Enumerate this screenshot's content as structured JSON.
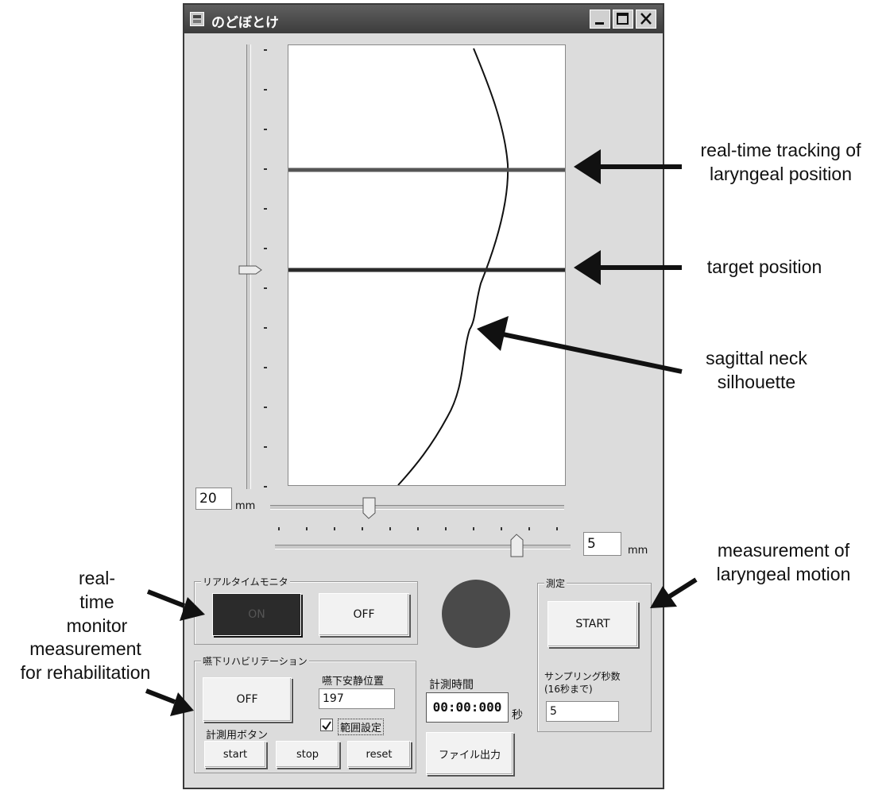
{
  "window": {
    "title": "のどぼとけ",
    "controls": [
      "minimize",
      "maximize",
      "close"
    ]
  },
  "graph": {
    "left_value": "20",
    "left_unit": "mm",
    "right_value": "5",
    "right_unit": "mm",
    "tracking_line_color": "#555555",
    "target_line_color": "#2a2a2a"
  },
  "realtime_monitor": {
    "label": "リアルタイムモニタ",
    "on_label": "ON",
    "off_label": "OFF"
  },
  "indicator": {
    "color": "#4a4a4a"
  },
  "rehab": {
    "label": "嚥下リハビリテーション",
    "off_label": "OFF",
    "rest_position_label": "嚥下安静位置",
    "rest_position_value": "197",
    "range_checkbox_label": "範囲設定",
    "range_checked": true,
    "buttons_label": "計測用ボタン",
    "start_label": "start",
    "stop_label": "stop",
    "reset_label": "reset"
  },
  "timer": {
    "label": "計測時間",
    "value": "00:00:000",
    "unit": "秒",
    "export_label": "ファイル出力"
  },
  "measurement": {
    "label": "測定",
    "start_label": "START",
    "sampling_label": "サンプリング秒数",
    "sampling_hint": "(16秒まで)",
    "sampling_value": "5"
  },
  "annotations": {
    "tracking": [
      "real-time tracking of",
      "laryngeal position"
    ],
    "target": [
      "target position"
    ],
    "silhouette": [
      "sagittal neck",
      "silhouette"
    ],
    "motion": [
      "measurement of",
      "laryngeal motion"
    ],
    "monitor": [
      "real-",
      "time",
      "monitor"
    ],
    "rehab": [
      "measurement",
      "for rehabilitation"
    ]
  }
}
